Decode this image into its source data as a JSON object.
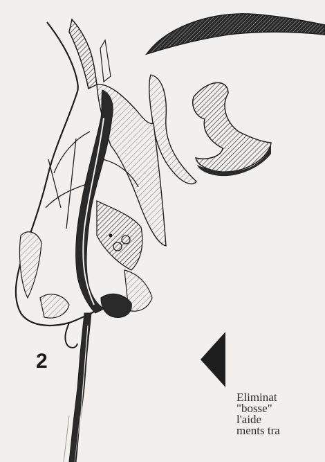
{
  "figure": {
    "number": "2",
    "caption_lines": [
      "Eliminat",
      "\"bosse\"",
      "l'aide",
      "ments tra"
    ]
  },
  "colors": {
    "background": "#f1f0ee",
    "ink": "#1e1e1e"
  },
  "icons": {
    "pointer": "left-triangle-pointer"
  }
}
